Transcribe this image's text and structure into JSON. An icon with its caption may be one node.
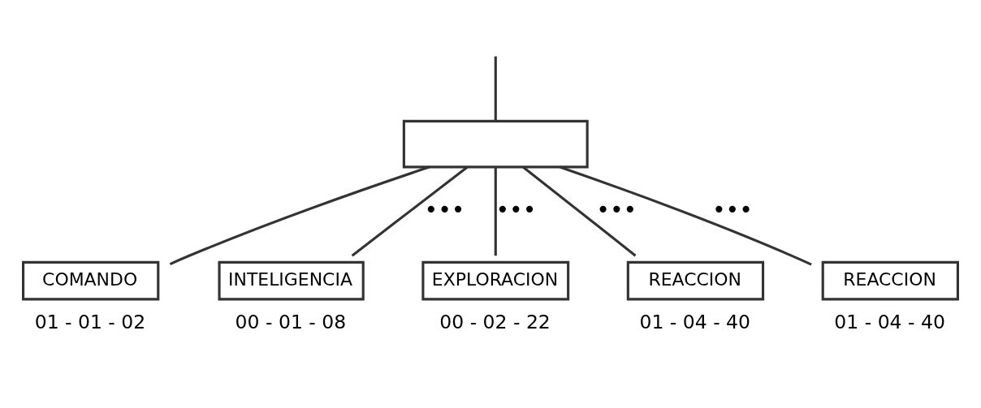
{
  "diagram": {
    "nodes": [
      {
        "text": [],
        "shape": "box"
      },
      {
        "text": [
          "COMANDO"
        ],
        "beside": [
          "01 - 01 - 02"
        ]
      },
      {
        "text": [
          "INTELIGENCIA"
        ],
        "beside": [
          "00 - 01 - 08"
        ]
      },
      {
        "text": [
          "EXPLORACION"
        ],
        "beside": [
          "00 - 02 - 22"
        ]
      },
      {
        "text": [
          "REACCION"
        ],
        "beside": [
          "01 - 04 - 40"
        ]
      },
      {
        "text": [
          "REACCION"
        ],
        "beside": [
          "01 - 04 - 40"
        ]
      }
    ],
    "edges": [
      {
        "from": null,
        "to": 0,
        "arrow": "none"
      },
      {
        "from": 0,
        "to": 1,
        "arrow": "none"
      },
      {
        "from": 0,
        "to": 2,
        "arrow": "none",
        "label": "•••"
      },
      {
        "from": 0,
        "to": 3,
        "arrow": "none",
        "label": "•••"
      },
      {
        "from": 0,
        "to": 4,
        "arrow": "none",
        "label": "•••"
      },
      {
        "from": 0,
        "to": 5,
        "arrow": "none",
        "label": "•••"
      }
    ]
  }
}
